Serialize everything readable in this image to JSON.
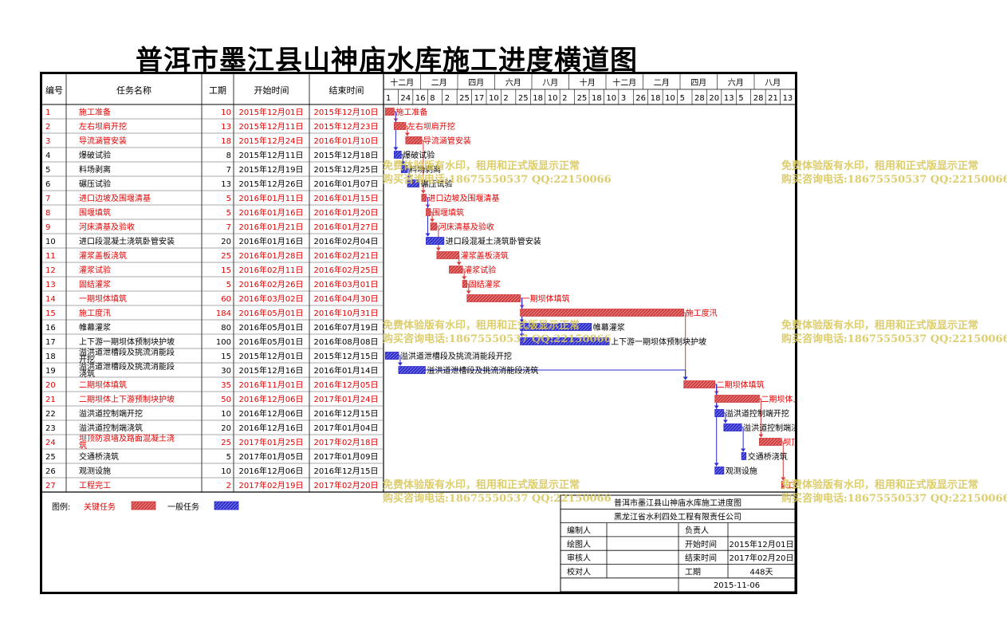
{
  "title": "普洱市墨江县山神庙水库施工进度横道图",
  "colors": {
    "critical": "#d23c3c",
    "general": "#2b2bd0",
    "critical_text": "#e00000",
    "watermark": "#d9c860"
  },
  "headers": {
    "no": "编号",
    "name": "任务名称",
    "duration": "工期",
    "start": "开始时间",
    "end": "结束时间"
  },
  "timeline": {
    "months": [
      "十二月",
      "二月",
      "四月",
      "六月",
      "八月",
      "十月",
      "十二月",
      "二月",
      "四月",
      "六月",
      "八月"
    ],
    "days": [
      "1",
      "24",
      "16",
      "8",
      "2",
      "25",
      "17",
      "10",
      "2",
      "25",
      "18",
      "10",
      "2",
      "25",
      "18",
      "10",
      "3",
      "26",
      "18",
      "10",
      "5",
      "28",
      "20",
      "13",
      "5",
      "28",
      "21",
      "13"
    ]
  },
  "chart_data": {
    "type": "gantt",
    "tasks": [
      {
        "id": "1",
        "name": "施工准备",
        "duration": "10",
        "start": "2015年12月01日",
        "end": "2015年12月10日",
        "critical": true
      },
      {
        "id": "2",
        "name": "左右坝肩开挖",
        "duration": "13",
        "start": "2015年12月11日",
        "end": "2015年12月23日",
        "critical": true
      },
      {
        "id": "3",
        "name": "导流涵管安装",
        "duration": "18",
        "start": "2015年12月24日",
        "end": "2016年01月10日",
        "critical": true
      },
      {
        "id": "4",
        "name": "爆破试验",
        "duration": "8",
        "start": "2015年12月11日",
        "end": "2015年12月18日",
        "critical": false
      },
      {
        "id": "5",
        "name": "料场剥离",
        "duration": "7",
        "start": "2015年12月19日",
        "end": "2015年12月25日",
        "critical": false
      },
      {
        "id": "6",
        "name": "碾压试验",
        "duration": "13",
        "start": "2015年12月26日",
        "end": "2016年01月07日",
        "critical": false
      },
      {
        "id": "7",
        "name": "进口边坡及围堰清基",
        "duration": "5",
        "start": "2016年01月11日",
        "end": "2016年01月15日",
        "critical": true
      },
      {
        "id": "8",
        "name": "围堰填筑",
        "duration": "5",
        "start": "2016年01月16日",
        "end": "2016年01月20日",
        "critical": true
      },
      {
        "id": "9",
        "name": "河床清基及验收",
        "duration": "7",
        "start": "2016年01月21日",
        "end": "2016年01月27日",
        "critical": true
      },
      {
        "id": "10",
        "name": "进口段混凝土浇筑卧管安装",
        "duration": "20",
        "start": "2016年01月16日",
        "end": "2016年02月04日",
        "critical": false
      },
      {
        "id": "11",
        "name": "灌浆盖板浇筑",
        "duration": "25",
        "start": "2016年01月28日",
        "end": "2016年02月21日",
        "critical": true
      },
      {
        "id": "12",
        "name": "灌浆试验",
        "duration": "15",
        "start": "2016年02月11日",
        "end": "2016年02月25日",
        "critical": true
      },
      {
        "id": "13",
        "name": "固结灌浆",
        "duration": "5",
        "start": "2016年02月26日",
        "end": "2016年03月01日",
        "critical": true
      },
      {
        "id": "14",
        "name": "一期坝体填筑",
        "duration": "60",
        "start": "2016年03月02日",
        "end": "2016年04月30日",
        "critical": true
      },
      {
        "id": "15",
        "name": "施工度汛",
        "duration": "184",
        "start": "2016年05月01日",
        "end": "2016年10月31日",
        "critical": true
      },
      {
        "id": "16",
        "name": "帷幕灌浆",
        "duration": "80",
        "start": "2016年05月01日",
        "end": "2016年07月19日",
        "critical": false
      },
      {
        "id": "17",
        "name": "上下游一期坝体预制块护坡",
        "duration": "100",
        "start": "2016年05月01日",
        "end": "2016年08月08日",
        "critical": false
      },
      {
        "id": "18",
        "name": "溢洪道泄槽段及挑流消能段开挖",
        "duration": "15",
        "start": "2015年12月01日",
        "end": "2015年12月15日",
        "critical": false
      },
      {
        "id": "19",
        "name": "溢洪道泄槽段及挑流消能段浇筑",
        "duration": "30",
        "start": "2015年12月16日",
        "end": "2016年01月14日",
        "critical": false
      },
      {
        "id": "20",
        "name": "二期坝体填筑",
        "duration": "35",
        "start": "2016年11月01日",
        "end": "2016年12月05日",
        "critical": true
      },
      {
        "id": "21",
        "name": "二期坝体上下游预制块护坡",
        "duration": "50",
        "start": "2016年12月06日",
        "end": "2017年01月24日",
        "critical": true
      },
      {
        "id": "22",
        "name": "溢洪道控制端开挖",
        "duration": "10",
        "start": "2016年12月06日",
        "end": "2016年12月15日",
        "critical": false
      },
      {
        "id": "23",
        "name": "溢洪道控制端浇筑",
        "duration": "20",
        "start": "2016年12月16日",
        "end": "2017年01月04日",
        "critical": false
      },
      {
        "id": "24",
        "name": "坝顶防浪墙及路面混凝土浇筑",
        "duration": "25",
        "start": "2017年01月25日",
        "end": "2017年02月18日",
        "critical": true
      },
      {
        "id": "25",
        "name": "交通桥浇筑",
        "duration": "5",
        "start": "2017年01月05日",
        "end": "2017年01月09日",
        "critical": false
      },
      {
        "id": "26",
        "name": "观测设施",
        "duration": "10",
        "start": "2016年12月06日",
        "end": "2016年12月15日",
        "critical": false
      },
      {
        "id": "27",
        "name": "工程完工",
        "duration": "2",
        "start": "2017年02月19日",
        "end": "2017年02月20日",
        "critical": true
      }
    ]
  },
  "legend": {
    "label": "图例:",
    "critical": "关键任务",
    "general": "一般任务"
  },
  "title_block": {
    "title": "普洱市墨江县山神庙水库施工进度图",
    "company": "黑龙江省水利四处工程有限责任公司",
    "rows": [
      [
        "编制人",
        "",
        "负责人",
        ""
      ],
      [
        "绘图人",
        "",
        "开始时间",
        "2015年12月01日"
      ],
      [
        "审核人",
        "",
        "结束时间",
        "2017年02月20日"
      ],
      [
        "校对人",
        "",
        "工期",
        "448天"
      ]
    ],
    "date": "2015-11-06"
  },
  "watermark": {
    "line1": "免费体验版有水印，租用和正式版显示正常",
    "line2": "购买咨询电话:18675550537 QQ:22150066"
  }
}
